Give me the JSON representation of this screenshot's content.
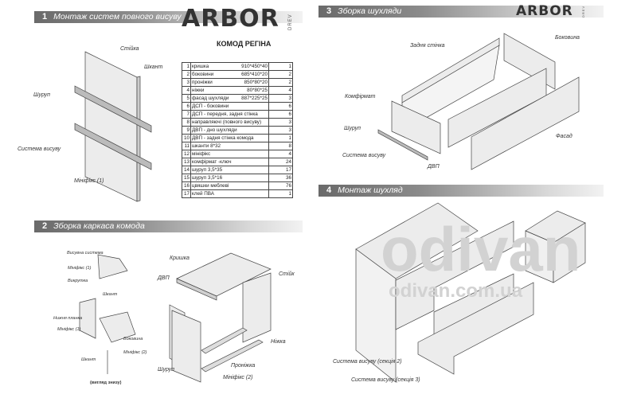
{
  "brand": {
    "logo": "ARBOR",
    "sub": "DREV"
  },
  "sections": [
    {
      "num": "1",
      "title": "Монтаж систем повного висуву"
    },
    {
      "num": "2",
      "title": "Зборка каркаса комода"
    },
    {
      "num": "3",
      "title": "Зборка шухляди"
    },
    {
      "num": "4",
      "title": "Монтаж шухляд"
    }
  ],
  "parts_table": {
    "title": "КОМОД РЕГІНА",
    "rows": [
      {
        "n": "1",
        "name": "кришка",
        "dims": "910*450*40",
        "qty": "1"
      },
      {
        "n": "2",
        "name": "боковини",
        "dims": "685*410*20",
        "qty": "2"
      },
      {
        "n": "3",
        "name": "проніжки",
        "dims": "850*80*20",
        "qty": "2"
      },
      {
        "n": "4",
        "name": "ніжки",
        "dims": "80*80*25",
        "qty": "4"
      },
      {
        "n": "5",
        "name": "фасад шухляди",
        "dims": "887*225*25",
        "qty": "3"
      },
      {
        "n": "6",
        "name": "ДСП - боковини",
        "dims": "",
        "qty": "6"
      },
      {
        "n": "7",
        "name": "ДСП - передня, задня стінка",
        "dims": "",
        "qty": "6"
      },
      {
        "n": "8",
        "name": "направляючі (повного висуву)",
        "dims": "",
        "qty": "3"
      },
      {
        "n": "9",
        "name": "ДВП - дно шухляди",
        "dims": "",
        "qty": "3"
      },
      {
        "n": "10",
        "name": "ДВП - задня стінка комода",
        "dims": "",
        "qty": "1"
      },
      {
        "n": "11",
        "name": "шканти 8*32",
        "dims": "",
        "qty": "8"
      },
      {
        "n": "12",
        "name": "мініфікс",
        "dims": "",
        "qty": "4"
      },
      {
        "n": "13",
        "name": "комфірмат  -ключ",
        "dims": "",
        "qty": "24"
      },
      {
        "n": "14",
        "name": "шуруп 3,5*35",
        "dims": "",
        "qty": "17"
      },
      {
        "n": "15",
        "name": "шуруп 3,5*16",
        "dims": "",
        "qty": "36"
      },
      {
        "n": "16",
        "name": "цвяшки меблеві",
        "dims": "",
        "qty": "76"
      },
      {
        "n": "17",
        "name": "клей ПВА",
        "dims": "",
        "qty": "1"
      }
    ]
  },
  "labels1": {
    "stiyka": "Стійка",
    "shkant": "Шкант",
    "shurup": "Шуруп",
    "systema": "Система висуву",
    "minifix": "Мініфікс (1)"
  },
  "labels2": {
    "vysuvna": "Висувна система",
    "minifix1a": "Мініфікс (1)",
    "vykrutka": "Викрутка",
    "shkant1": "Шкант",
    "nyzhnia": "Нижня планка",
    "minifix1b": "Мініфікс (1)",
    "bokovyna": "Боковина",
    "minifix2a": "Мініфікс (2)",
    "shkant2": "Шкант",
    "view": "(вигляд знизу)",
    "kryshka": "Кришка",
    "dvp": "ДВП",
    "stiyk": "Стійк",
    "nizhka": "Ніжка",
    "pronizhka": "Проніжка",
    "minifix2b": "Мініфікс (2)",
    "shurup": "Шуруп"
  },
  "labels3": {
    "zadnia": "Задня стінка",
    "bokovyna": "Боковина",
    "komfirmat": "Комфірмат",
    "shurup": "Шуруп",
    "systema": "Система висуву",
    "dvp": "ДВП",
    "fasad": "Фасад"
  },
  "labels4": {
    "sec2": "Система висуву (секція 2)",
    "sec3": "Система висуву (секція 3)"
  },
  "watermark": {
    "main": "odivan",
    "url": "odivan.com.ua"
  }
}
